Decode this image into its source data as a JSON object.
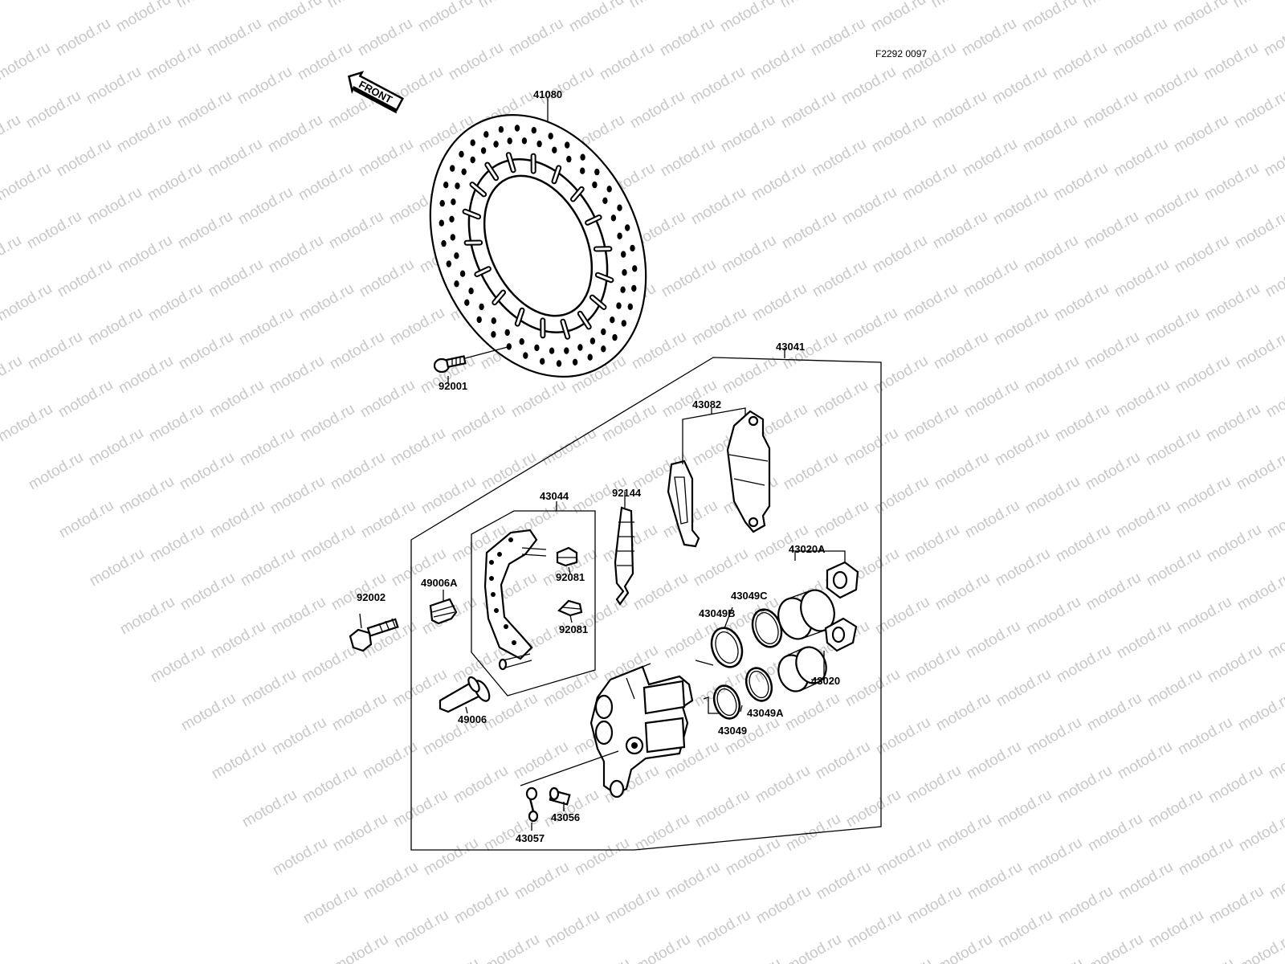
{
  "diagram_code": "F2292 0097",
  "front_sign": "FRONT",
  "watermark": "motod.ru",
  "parts": {
    "p41080": "41080",
    "p92001": "92001",
    "p43041": "43041",
    "p43082": "43082",
    "p43044": "43044",
    "p92144": "92144",
    "p92081a": "92081",
    "p92081b": "92081",
    "p49006A": "49006A",
    "p92002": "92002",
    "p49006": "49006",
    "p43020A": "43020A",
    "p43049C": "43049C",
    "p43049B": "43049B",
    "p43020": "43020",
    "p43049A": "43049A",
    "p43049": "43049",
    "p43056": "43056",
    "p43057": "43057"
  }
}
